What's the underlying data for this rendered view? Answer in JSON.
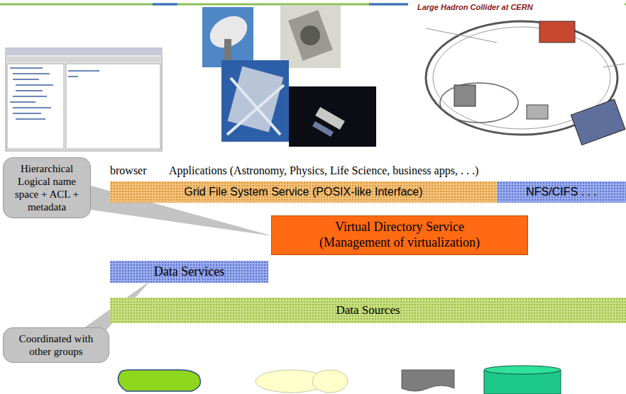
{
  "diagram": {
    "nodes": [
      {
        "text": [
          "Grid File System Service (POSIX-like Interface)"
        ]
      },
      {
        "text": [
          "NFS/CIFS . . ."
        ]
      },
      {
        "text": [
          "Hierarchical Logical name space + ACL + metadata"
        ]
      },
      {
        "text": [
          "Virtual Directory Service",
          "(Management of virtualization)"
        ]
      },
      {
        "text": [
          "Data Services"
        ]
      },
      {
        "text": [
          "Coordinated with other groups"
        ]
      },
      {
        "text": [
          "Data Sources"
        ]
      }
    ],
    "labels": [
      "browser",
      "Applications (Astronomy, Physics, Life Science, business apps, . . .)",
      "Large Hadron Collider at CERN"
    ]
  }
}
